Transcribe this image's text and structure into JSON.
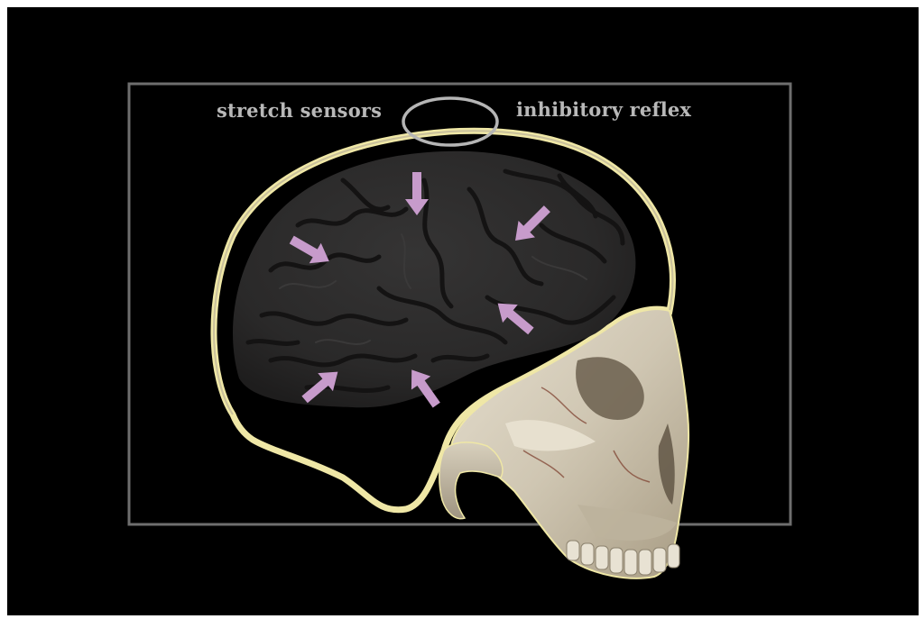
{
  "labels": {
    "left": "stretch sensors",
    "right": "inhibitory reflex"
  },
  "colors": {
    "background": "#000000",
    "frame": "#6e6e6e",
    "label": "#b8b8b8",
    "arrow": "#c79bcb",
    "brain": "#2b2a2a",
    "brain_fold": "#121212",
    "skull_bone": "#d9d2c1",
    "skull_edge": "#efe7a6",
    "sensor_ring": "#b5b5b5"
  },
  "arrows": [
    {
      "name": "arrow-top"
    },
    {
      "name": "arrow-upper-right"
    },
    {
      "name": "arrow-upper-left"
    },
    {
      "name": "arrow-middle-right"
    },
    {
      "name": "arrow-lower-left"
    },
    {
      "name": "arrow-lower-middle"
    }
  ]
}
